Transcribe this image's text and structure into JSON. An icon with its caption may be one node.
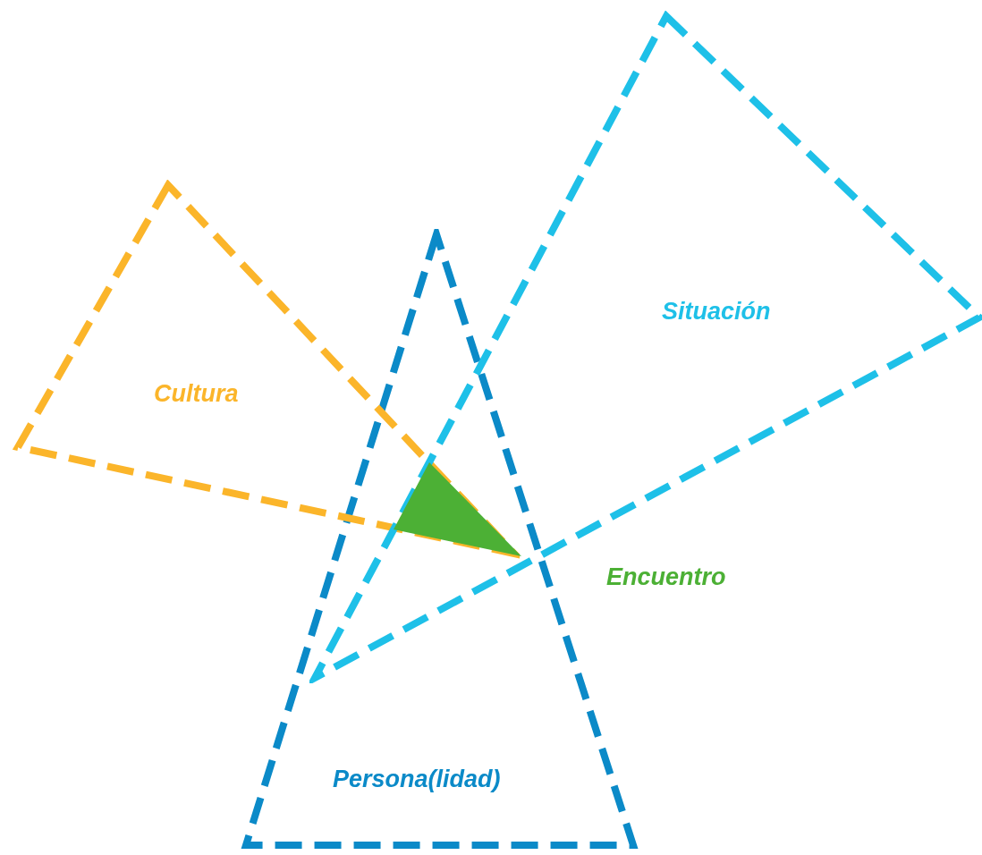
{
  "diagram": {
    "nodes": [
      {
        "text": [
          "Cultura"
        ]
      },
      {
        "text": [
          "Situación"
        ]
      },
      {
        "text": [
          "Persona(lidad)"
        ]
      },
      {
        "text": [],
        "shape": "triangle"
      }
    ],
    "labels": [
      "Encuentro"
    ]
  }
}
